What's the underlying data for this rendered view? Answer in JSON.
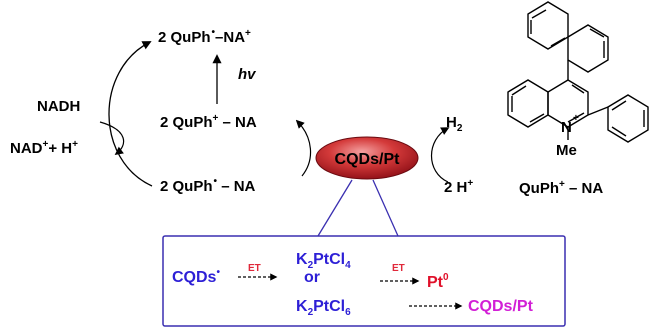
{
  "cycle": {
    "top": "2 QuPh",
    "top_sup": "NA",
    "hv": "hv",
    "middle": "2 QuPh",
    "middle_sup": "+",
    "middle_na": "NA",
    "bottom": "2 QuPh",
    "bottom_na": "NA"
  },
  "nadh": {
    "in": "NADH",
    "out_a": "NAD",
    "out_b": "+ H"
  },
  "catalyst": {
    "label": "CQDs/Pt",
    "color": "#c8102e"
  },
  "hydrogen": {
    "product": "H",
    "product_sub": "2",
    "reactant": "2 H"
  },
  "molecule": {
    "n_label": "N",
    "n_charge": "+",
    "methyl": "Me",
    "caption_a": "QuPh",
    "caption_na": "NA"
  },
  "inset": {
    "border_color": "#3a2fb0",
    "cqds": "CQDs",
    "cqds_color": "#2d1fd6",
    "et1": "ET",
    "et2": "ET",
    "k2ptcl4_a": "K",
    "k2ptcl4_b": "PtCl",
    "k2ptcl4_sub1": "2",
    "k2ptcl4_sub2": "4",
    "or": "or",
    "k2ptcl6_a": "K",
    "k2ptcl6_b": "PtCl",
    "k2ptcl6_sub1": "2",
    "k2ptcl6_sub2": "6",
    "pt0": "Pt",
    "pt0_sup": "0",
    "pt0_color": "#e0102a",
    "product": "CQDs/Pt",
    "product_color": "#d21fd6"
  }
}
